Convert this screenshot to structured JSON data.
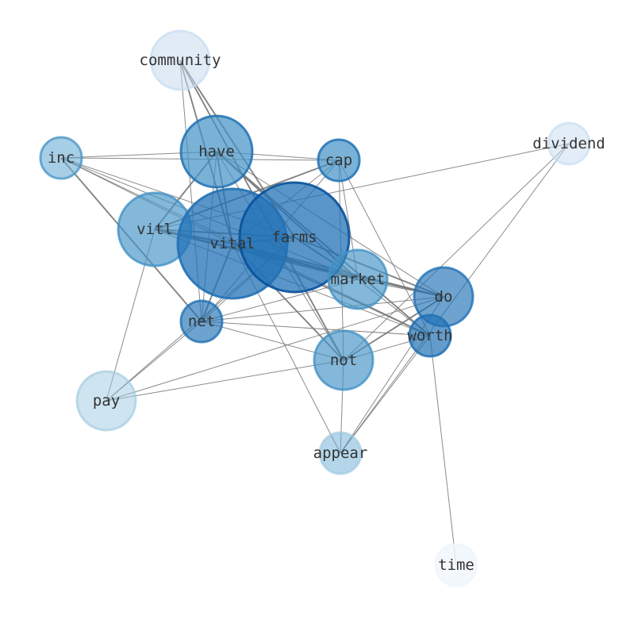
{
  "graph": {
    "nodes": [
      {
        "id": "community",
        "label": "community",
        "fill": "#c6dbef",
        "stroke": "#c6dbef",
        "opacity": 0.55
      },
      {
        "id": "have",
        "label": "have",
        "fill": "#4292c6",
        "stroke": "#2171b5",
        "opacity": 0.7
      },
      {
        "id": "inc",
        "label": "inc",
        "fill": "#6baed6",
        "stroke": "#4292c6",
        "opacity": 0.6
      },
      {
        "id": "cap",
        "label": "cap",
        "fill": "#4292c6",
        "stroke": "#2171b5",
        "opacity": 0.7
      },
      {
        "id": "dividend",
        "label": "dividend",
        "fill": "#c6dbef",
        "stroke": "#c6dbef",
        "opacity": 0.5
      },
      {
        "id": "vitl",
        "label": "vitl",
        "fill": "#4292c6",
        "stroke": "#4292c6",
        "opacity": 0.65
      },
      {
        "id": "vital",
        "label": "vital",
        "fill": "#2171b5",
        "stroke": "#2171b5",
        "opacity": 0.75
      },
      {
        "id": "farms",
        "label": "farms",
        "fill": "#2171b5",
        "stroke": "#08519c",
        "opacity": 0.75
      },
      {
        "id": "market",
        "label": "market",
        "fill": "#4292c6",
        "stroke": "#4292c6",
        "opacity": 0.65
      },
      {
        "id": "do",
        "label": "do",
        "fill": "#2171b5",
        "stroke": "#2171b5",
        "opacity": 0.65
      },
      {
        "id": "net",
        "label": "net",
        "fill": "#2171b5",
        "stroke": "#2171b5",
        "opacity": 0.65
      },
      {
        "id": "worth",
        "label": "worth",
        "fill": "#2171b5",
        "stroke": "#2171b5",
        "opacity": 0.7
      },
      {
        "id": "not",
        "label": "not",
        "fill": "#4292c6",
        "stroke": "#4292c6",
        "opacity": 0.65
      },
      {
        "id": "pay",
        "label": "pay",
        "fill": "#9ecae1",
        "stroke": "#9ecae1",
        "opacity": 0.5
      },
      {
        "id": "appear",
        "label": "appear",
        "fill": "#6baed6",
        "stroke": "#9ecae1",
        "opacity": 0.5
      },
      {
        "id": "time",
        "label": "time",
        "fill": "#f0f6fc",
        "stroke": "#f0f6fc",
        "opacity": 0.8
      }
    ],
    "edges": [
      {
        "source": "community",
        "target": "vital",
        "weight": 2
      },
      {
        "source": "community",
        "target": "farms",
        "weight": 2
      },
      {
        "source": "community",
        "target": "net",
        "weight": 1
      },
      {
        "source": "community",
        "target": "not",
        "weight": 2
      },
      {
        "source": "have",
        "target": "inc",
        "weight": 1
      },
      {
        "source": "have",
        "target": "cap",
        "weight": 1
      },
      {
        "source": "have",
        "target": "vitl",
        "weight": 2
      },
      {
        "source": "have",
        "target": "vital",
        "weight": 2
      },
      {
        "source": "have",
        "target": "market",
        "weight": 2
      },
      {
        "source": "have",
        "target": "worth",
        "weight": 2
      },
      {
        "source": "have",
        "target": "net",
        "weight": 1
      },
      {
        "source": "have",
        "target": "not",
        "weight": 1
      },
      {
        "source": "have",
        "target": "do",
        "weight": 1
      },
      {
        "source": "inc",
        "target": "cap",
        "weight": 1
      },
      {
        "source": "inc",
        "target": "vital",
        "weight": 1
      },
      {
        "source": "inc",
        "target": "farms",
        "weight": 1
      },
      {
        "source": "inc",
        "target": "market",
        "weight": 1
      },
      {
        "source": "inc",
        "target": "net",
        "weight": 2
      },
      {
        "source": "inc",
        "target": "worth",
        "weight": 1
      },
      {
        "source": "cap",
        "target": "vitl",
        "weight": 2
      },
      {
        "source": "cap",
        "target": "vital",
        "weight": 1
      },
      {
        "source": "cap",
        "target": "market",
        "weight": 1
      },
      {
        "source": "cap",
        "target": "worth",
        "weight": 1
      },
      {
        "source": "cap",
        "target": "not",
        "weight": 1
      },
      {
        "source": "cap",
        "target": "net",
        "weight": 1
      },
      {
        "source": "dividend",
        "target": "vitl",
        "weight": 1
      },
      {
        "source": "dividend",
        "target": "not",
        "weight": 1
      },
      {
        "source": "dividend",
        "target": "appear",
        "weight": 1
      },
      {
        "source": "vitl",
        "target": "vital",
        "weight": 3
      },
      {
        "source": "vitl",
        "target": "farms",
        "weight": 2
      },
      {
        "source": "vitl",
        "target": "market",
        "weight": 2
      },
      {
        "source": "vitl",
        "target": "do",
        "weight": 2
      },
      {
        "source": "vitl",
        "target": "worth",
        "weight": 1
      },
      {
        "source": "vital",
        "target": "farms",
        "weight": 3
      },
      {
        "source": "vital",
        "target": "market",
        "weight": 3
      },
      {
        "source": "vital",
        "target": "do",
        "weight": 2
      },
      {
        "source": "vital",
        "target": "worth",
        "weight": 2
      },
      {
        "source": "vital",
        "target": "net",
        "weight": 2
      },
      {
        "source": "vital",
        "target": "not",
        "weight": 2
      },
      {
        "source": "vital",
        "target": "appear",
        "weight": 1
      },
      {
        "source": "farms",
        "target": "market",
        "weight": 2
      },
      {
        "source": "farms",
        "target": "do",
        "weight": 2
      },
      {
        "source": "farms",
        "target": "net",
        "weight": 1
      },
      {
        "source": "farms",
        "target": "pay",
        "weight": 1
      },
      {
        "source": "market",
        "target": "net",
        "weight": 1
      },
      {
        "source": "market",
        "target": "do",
        "weight": 1
      },
      {
        "source": "market",
        "target": "worth",
        "weight": 1
      },
      {
        "source": "do",
        "target": "net",
        "weight": 1
      },
      {
        "source": "do",
        "target": "not",
        "weight": 2
      },
      {
        "source": "do",
        "target": "appear",
        "weight": 1
      },
      {
        "source": "do",
        "target": "pay",
        "weight": 1
      },
      {
        "source": "net",
        "target": "worth",
        "weight": 1
      },
      {
        "source": "net",
        "target": "not",
        "weight": 1
      },
      {
        "source": "net",
        "target": "pay",
        "weight": 1
      },
      {
        "source": "worth",
        "target": "not",
        "weight": 1
      },
      {
        "source": "worth",
        "target": "appear",
        "weight": 1
      },
      {
        "source": "worth",
        "target": "time",
        "weight": 1
      },
      {
        "source": "not",
        "target": "pay",
        "weight": 1
      },
      {
        "source": "not",
        "target": "appear",
        "weight": 1
      },
      {
        "source": "pay",
        "target": "vitl",
        "weight": 1
      }
    ],
    "edge_color": "#777777"
  }
}
